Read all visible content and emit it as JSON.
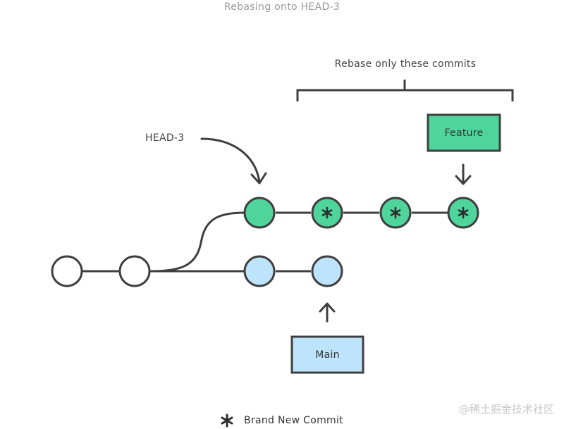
{
  "title": "Rebasing onto HEAD-3",
  "bracket_label": "Rebase only these commits",
  "head_label": "HEAD-3",
  "branches": {
    "feature": "Feature",
    "main": "Main"
  },
  "legend": {
    "marker_icon": "asterisk-icon",
    "label": "Brand New Commit"
  },
  "watermark": "@稀土掘金技术社区",
  "colors": {
    "feature": "#4fd49c",
    "main": "#bde4fb",
    "plain": "#ffffff",
    "stroke": "#3f3f3f"
  },
  "commits": {
    "base": [
      "plain",
      "plain"
    ],
    "feature_branch": [
      "head-3",
      "new",
      "new",
      "new"
    ],
    "main_branch": [
      "main",
      "main"
    ]
  }
}
